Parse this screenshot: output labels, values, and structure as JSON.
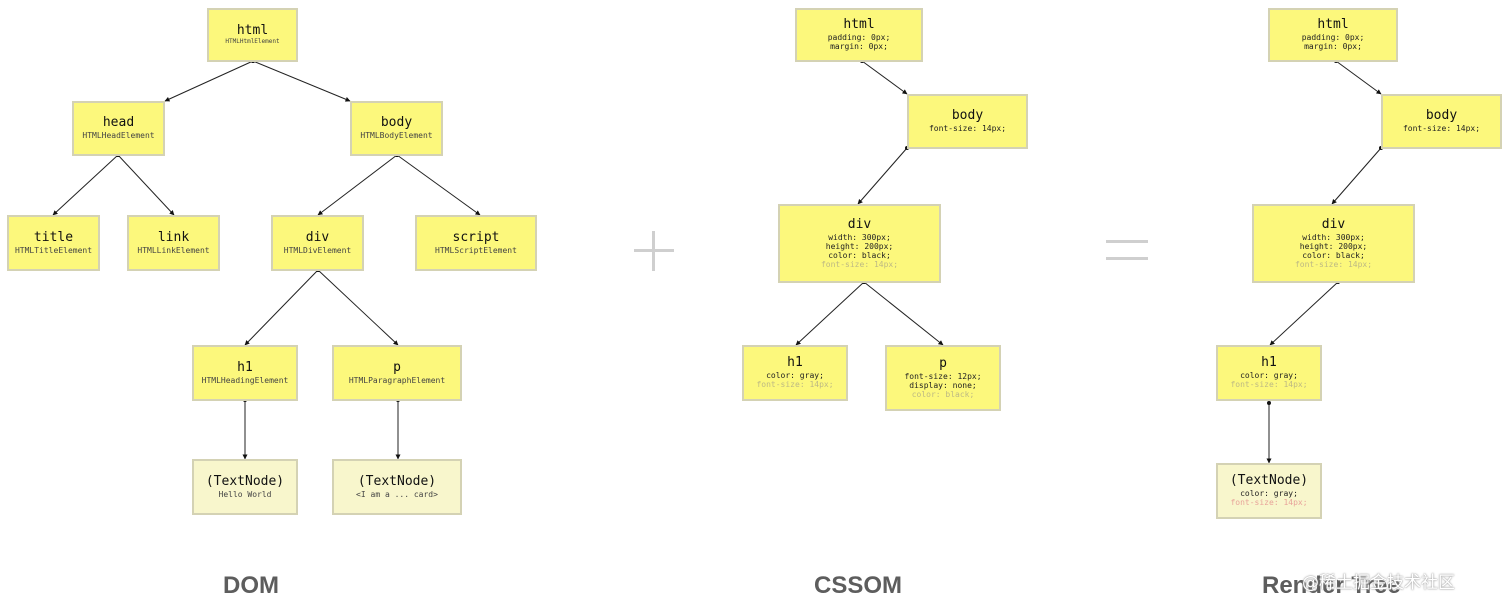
{
  "dom": {
    "label": "DOM",
    "nodes": {
      "html": {
        "title": "html",
        "sub": "HTMLHtmlElement"
      },
      "head": {
        "title": "head",
        "sub": "HTMLHeadElement"
      },
      "body": {
        "title": "body",
        "sub": "HTMLBodyElement"
      },
      "title": {
        "title": "title",
        "sub": "HTMLTitleElement"
      },
      "link": {
        "title": "link",
        "sub": "HTMLLinkElement"
      },
      "div": {
        "title": "div",
        "sub": "HTMLDivElement"
      },
      "script": {
        "title": "script",
        "sub": "HTMLScriptElement"
      },
      "h1": {
        "title": "h1",
        "sub": "HTMLHeadingElement"
      },
      "p": {
        "title": "p",
        "sub": "HTMLParagraphElement"
      },
      "text1": {
        "title": "(TextNode)",
        "sub": "Hello World"
      },
      "text2": {
        "title": "(TextNode)",
        "sub": "<I am a ... card>"
      }
    }
  },
  "operators": {
    "plus": "+",
    "equals": "="
  },
  "cssom": {
    "label": "CSSOM",
    "nodes": {
      "html": {
        "title": "html",
        "props": [
          "padding: 0px;",
          "margin: 0px;"
        ]
      },
      "body": {
        "title": "body",
        "props": [
          "font-size: 14px;"
        ]
      },
      "div": {
        "title": "div",
        "props": [
          "width: 300px;",
          "height: 200px;",
          "color: black;"
        ],
        "inherited": [
          "font-size: 14px;"
        ]
      },
      "h1": {
        "title": "h1",
        "props": [
          "color: gray;"
        ],
        "inherited": [
          "font-size: 14px;"
        ]
      },
      "p": {
        "title": "p",
        "props": [
          "font-size: 12px;",
          "display: none;"
        ],
        "inherited": [
          "color: black;"
        ]
      }
    }
  },
  "render_tree": {
    "label": "Render Tree",
    "nodes": {
      "html": {
        "title": "html",
        "props": [
          "padding: 0px;",
          "margin: 0px;"
        ]
      },
      "body": {
        "title": "body",
        "props": [
          "font-size: 14px;"
        ]
      },
      "div": {
        "title": "div",
        "props": [
          "width: 300px;",
          "height: 200px;",
          "color: black;"
        ],
        "inherited": [
          "font-size: 14px;"
        ]
      },
      "h1": {
        "title": "h1",
        "props": [
          "color: gray;"
        ],
        "inherited": [
          "font-size: 14px;"
        ]
      },
      "text": {
        "title": "(TextNode)",
        "props": [
          "color: gray;"
        ],
        "inherited": [
          "font-size: 14px;"
        ]
      }
    }
  },
  "watermark": "@稀土掘金技术社区",
  "colors": {
    "node_fill": "#fcf87c",
    "text_node_fill": "#f8f6cc",
    "node_border": "#d4d2b4",
    "label": "#5d5d5d"
  }
}
